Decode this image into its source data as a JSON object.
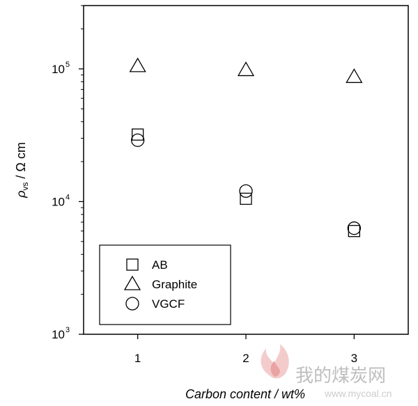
{
  "chart_data": {
    "type": "scatter",
    "x_label": "Carbon content / wt%",
    "y_label_symbol": "ρ",
    "y_label_subscript": "vs",
    "y_label_unit": " / Ω cm",
    "y_scale": "log",
    "x_range": [
      0.5,
      3.5
    ],
    "y_range": [
      1000,
      300000
    ],
    "x_ticks": [
      {
        "value": 1,
        "label": "1"
      },
      {
        "value": 2,
        "label": "2"
      },
      {
        "value": 3,
        "label": "3"
      }
    ],
    "y_ticks": [
      {
        "value": 1000,
        "base": "10",
        "exp": "3"
      },
      {
        "value": 10000,
        "base": "10",
        "exp": "4"
      },
      {
        "value": 100000,
        "base": "10",
        "exp": "5"
      }
    ],
    "grid": false,
    "legend_position": "bottom-left",
    "series": [
      {
        "name": "AB",
        "marker": "square",
        "x": [
          1,
          2,
          3
        ],
        "y": [
          32000,
          10500,
          6000
        ]
      },
      {
        "name": "Graphite",
        "marker": "triangle",
        "x": [
          1,
          2,
          3
        ],
        "y": [
          105000,
          98000,
          87000
        ]
      },
      {
        "name": "VGCF",
        "marker": "circle",
        "x": [
          1,
          2,
          3
        ],
        "y": [
          29000,
          12000,
          6300
        ]
      }
    ]
  },
  "watermark": {
    "text": "我的煤炭网",
    "url": "www.mycoal.cn"
  }
}
